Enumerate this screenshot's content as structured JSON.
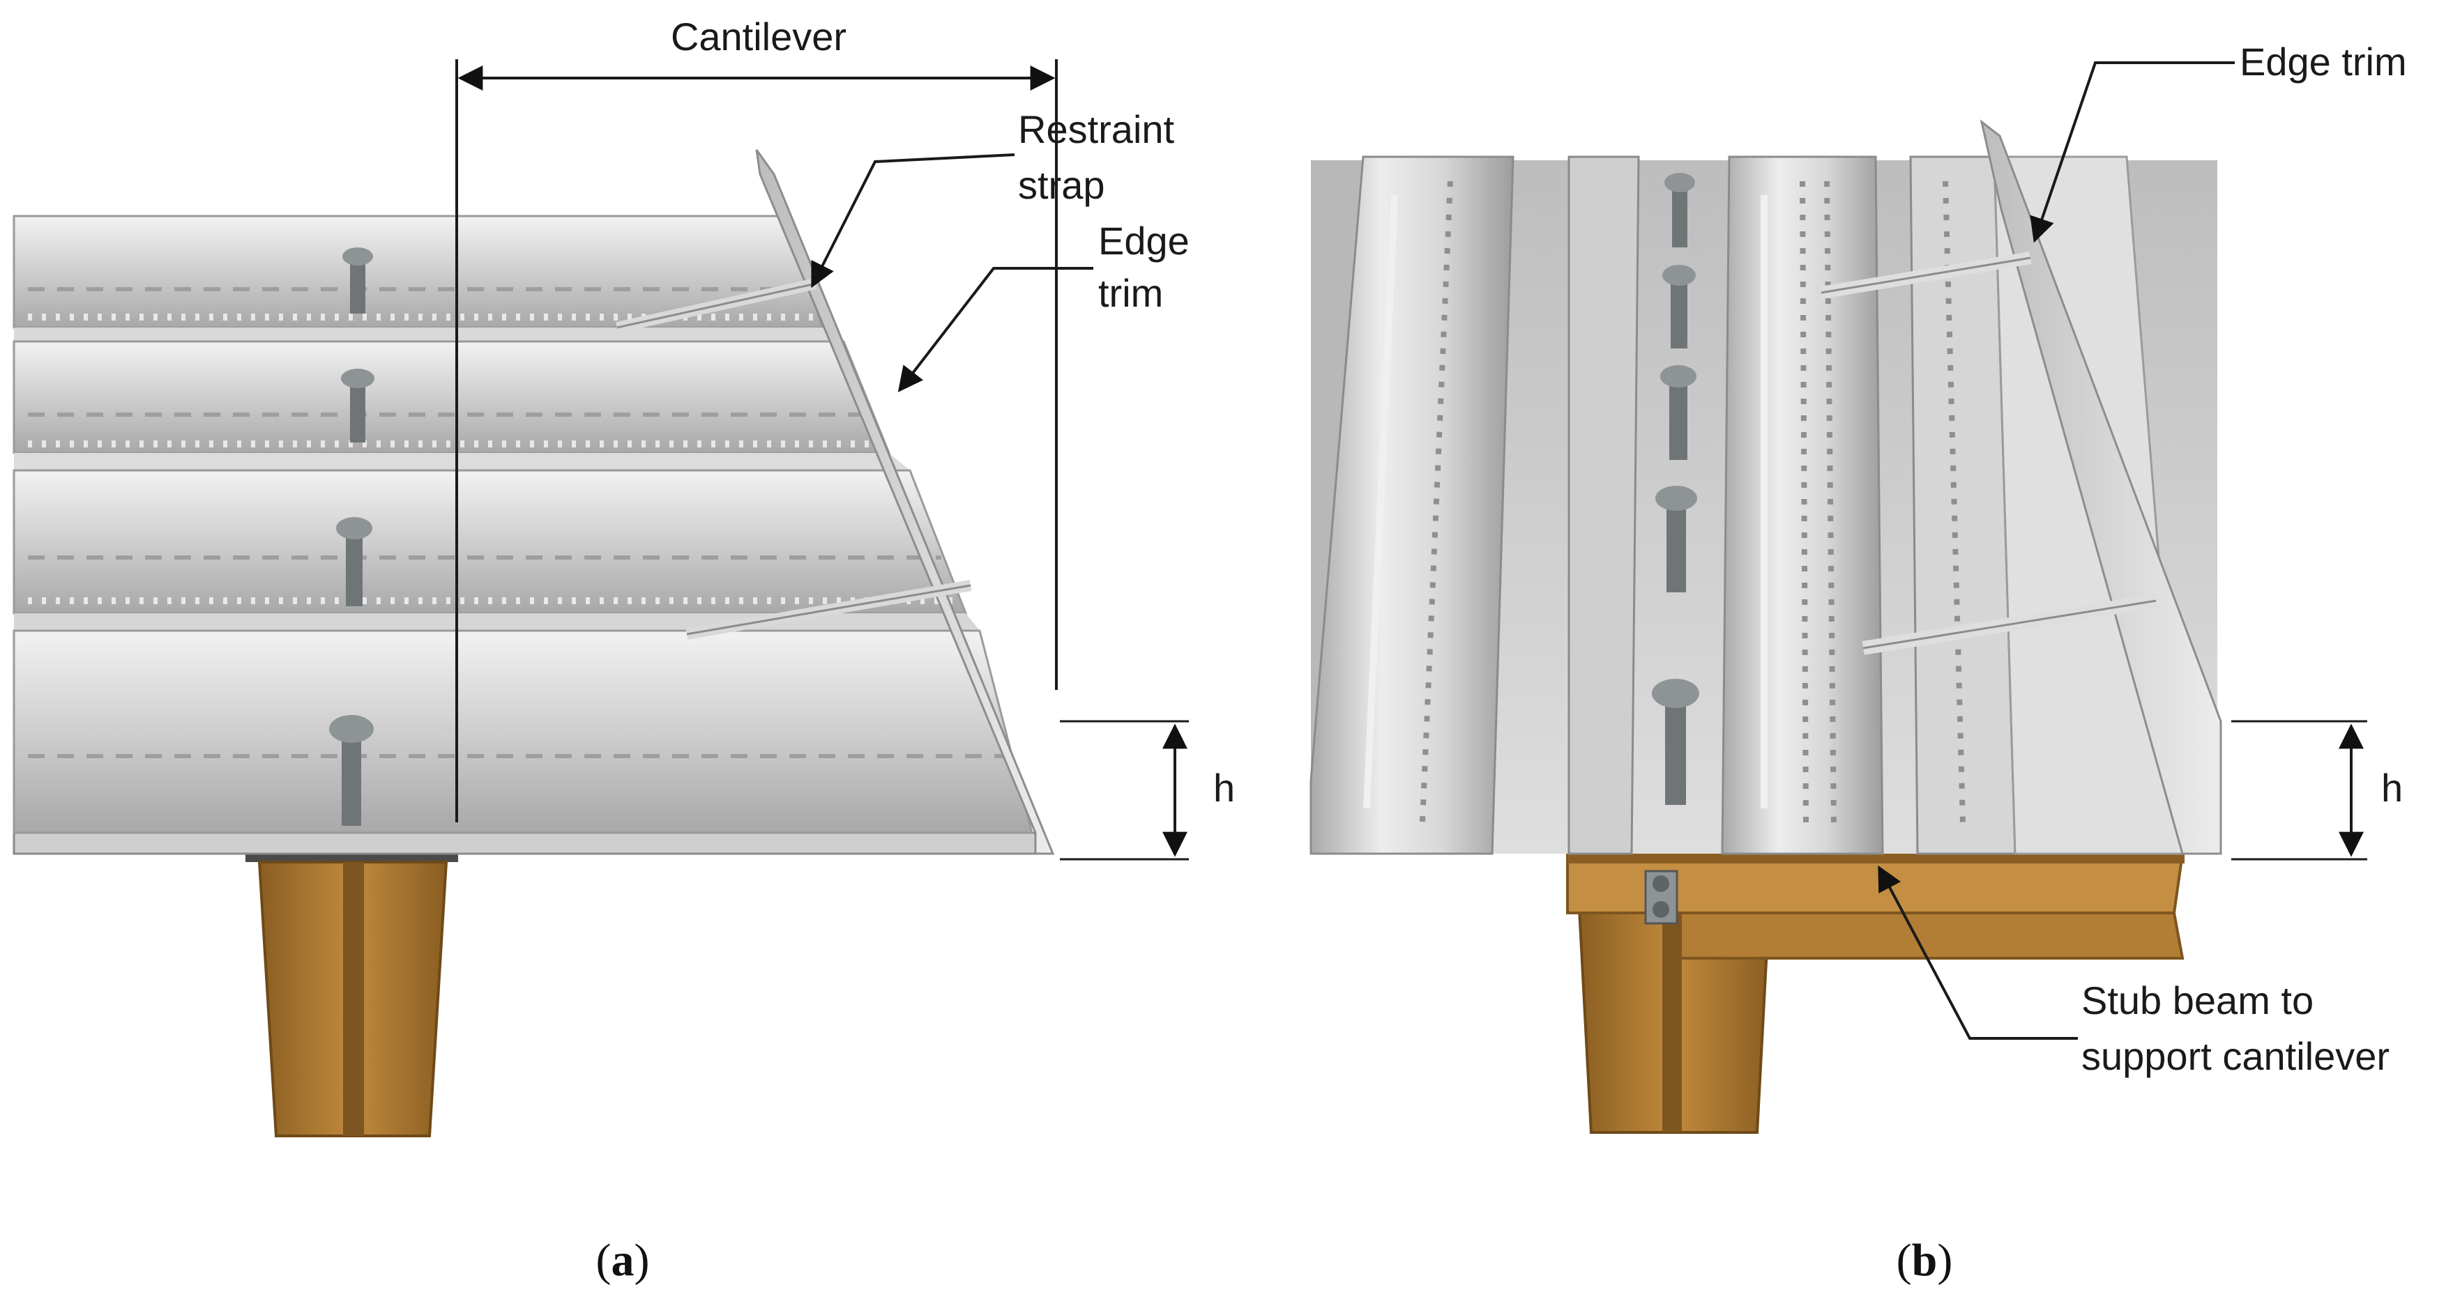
{
  "panels": [
    {
      "caption_open": "(",
      "caption_letter": "a",
      "caption_close": ")",
      "labels": {
        "cantilever": "Cantilever",
        "restraint_strap_line1": "Restraint",
        "restraint_strap_line2": "strap",
        "edge_trim_line1": "Edge",
        "edge_trim_line2": "trim",
        "h": "h"
      }
    },
    {
      "caption_open": "(",
      "caption_letter": "b",
      "caption_close": ")",
      "labels": {
        "edge_trim": "Edge trim",
        "h": "h",
        "stub_beam_line1": "Stub beam to",
        "stub_beam_line2": "support cantilever"
      }
    }
  ],
  "colors": {
    "deck_light": "#e4e4e4",
    "deck_mid": "#c9c9c9",
    "deck_dark": "#9a9a9a",
    "steel_beam": "#b07d32",
    "steel_beam_dark": "#7d5520",
    "stud": "#7f8587",
    "line": "#1a1a1a"
  }
}
